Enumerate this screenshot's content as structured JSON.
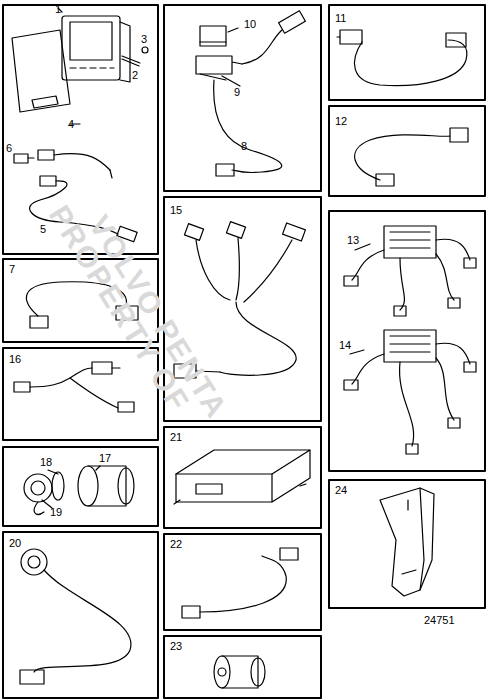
{
  "diagram": {
    "labels": [
      "1",
      "2",
      "3",
      "4",
      "5",
      "6",
      "7",
      "8",
      "9",
      "10",
      "11",
      "12",
      "13",
      "14",
      "15",
      "16",
      "17",
      "18",
      "19",
      "20",
      "21",
      "22",
      "23",
      "24",
      "PROPERTY OF",
      "VOLVO PENTA",
      "24751"
    ]
  }
}
